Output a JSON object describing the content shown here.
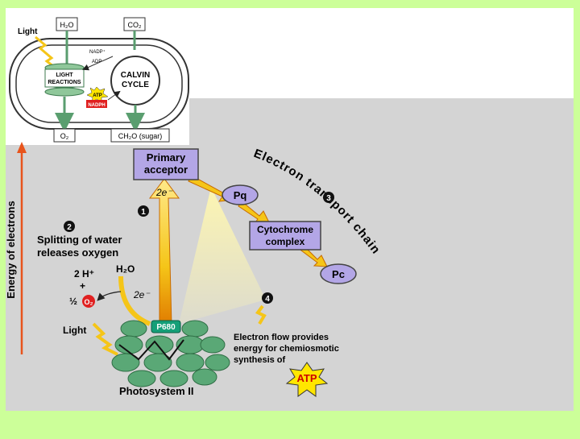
{
  "colors": {
    "page_bg": "#ccff99",
    "panel_bg": "#d4d4d4",
    "lavender_box": "#b3a6e6",
    "thylakoid_green": "#5aa876",
    "stroma_line": "#8fc79a",
    "arrow_yellow": "#f5c518",
    "arrow_orange": "#e07a00",
    "energy_arrow": "#e8541c",
    "atp_star": "#ffe600",
    "oxygen_red": "#e02020",
    "p680_green": "#159f78"
  },
  "overview": {
    "light_label": "Light",
    "h2o_label": "H₂O",
    "co2_label": "CO₂",
    "nadp_label": "NADP⁺",
    "adp_label": "ADP",
    "light_reactions": [
      "LIGHT",
      "REACTIONS"
    ],
    "calvin_cycle": [
      "CALVIN",
      "CYCLE"
    ],
    "atp_label": "ATP",
    "nadph_label": "NADPH",
    "o2_label": "O₂",
    "sugar_label": "CH₂O (sugar)"
  },
  "main": {
    "axis_label": "Energy of electrons",
    "primary_acceptor": [
      "Primary",
      "acceptor"
    ],
    "pq": "Pq",
    "cytochrome": [
      "Cytochrome",
      "complex"
    ],
    "pc": "Pc",
    "electron_transport_chain": "Electron transport chain",
    "step1": "1",
    "step2": "2",
    "step3": "3",
    "step4": "4",
    "electrons_top": "2e⁻",
    "electrons_bottom": "2e⁻",
    "splitting_water": [
      "Splitting of water",
      "releases oxygen"
    ],
    "water": "H₂O",
    "hydrogen": "2 H⁺",
    "plus": "+",
    "half": "½",
    "oxygen": "O₂",
    "light": "Light",
    "p680": "P680",
    "photosystem": "Photosystem II",
    "electron_flow": [
      "Electron flow provides",
      "energy for chemiosmotic",
      "synthesis of"
    ],
    "atp": "ATP"
  }
}
